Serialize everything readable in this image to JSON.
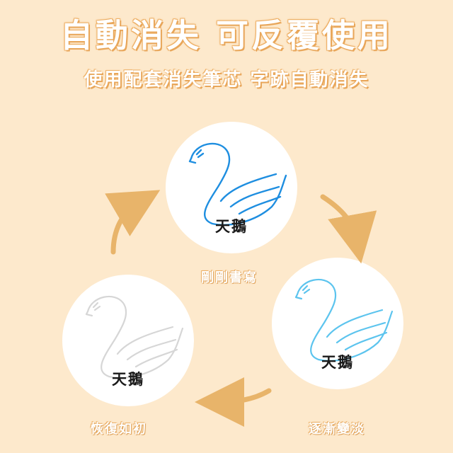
{
  "headline": "自動消失 可反覆使用",
  "subline": "使用配套消失筆芯 字跡自動消失",
  "colors": {
    "background": "#fde9cc",
    "arrow": "#e8b46a",
    "swan_fresh": "#1e8ee0",
    "swan_fading": "#5cc4ee",
    "swan_restored": "#d6d6d6"
  },
  "stages": [
    {
      "word": "天鵝",
      "caption": "剛剛書寫",
      "icon": "swan-outline-icon"
    },
    {
      "word": "天鵝",
      "caption": "逐漸變淡",
      "icon": "swan-outline-icon"
    },
    {
      "word": "天鵝",
      "caption": "恢復如初",
      "icon": "swan-outline-icon"
    }
  ]
}
